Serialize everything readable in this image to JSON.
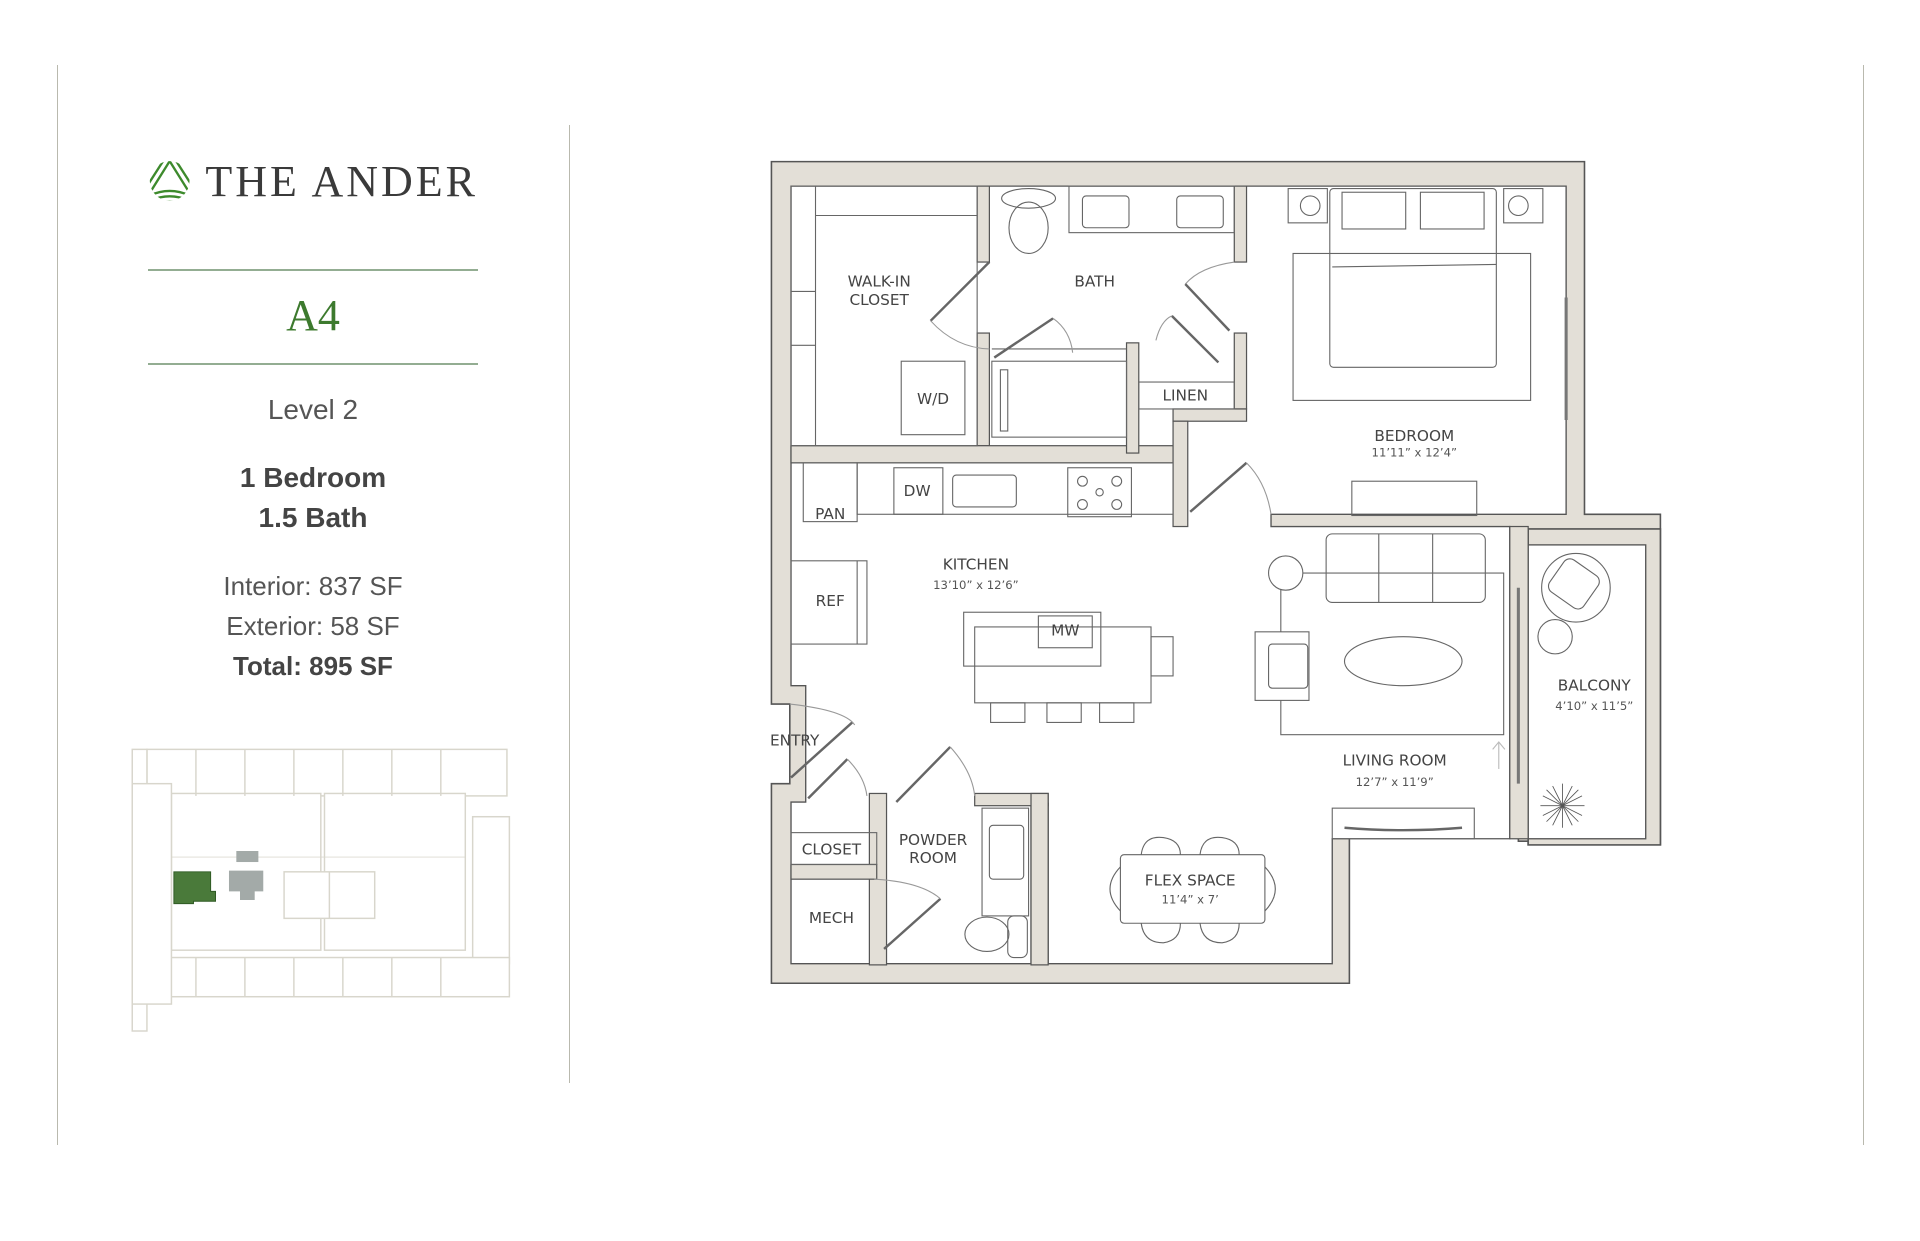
{
  "brand": {
    "name": "THE ANDER",
    "logo_icon": "leaf-globe-logo",
    "accent_color": "#3d7a2e"
  },
  "unit": {
    "code": "A4",
    "level": "Level 2",
    "bedrooms": "1 Bedroom",
    "baths": "1.5 Bath",
    "interior": "Interior: 837 SF",
    "exterior": "Exterior: 58 SF",
    "total": "Total: 895 SF"
  },
  "keyplan": {
    "highlight_color": "#4a7a3a",
    "amenity_color": "#a3aaa8",
    "outline_color": "#d8d6cc"
  },
  "floorplan": {
    "wall_color": "#e3dfd7",
    "rooms": [
      {
        "name": "WALK-IN CLOSET",
        "line1": "WALK-IN",
        "line2": "CLOSET"
      },
      {
        "name": "BATH",
        "line1": "BATH"
      },
      {
        "name": "LINEN",
        "line1": "LINEN"
      },
      {
        "name": "W/D",
        "line1": "W/D"
      },
      {
        "name": "BEDROOM",
        "line1": "BEDROOM",
        "dims": "11’11” x 12’4”"
      },
      {
        "name": "DW",
        "line1": "DW"
      },
      {
        "name": "PAN",
        "line1": "PAN"
      },
      {
        "name": "REF",
        "line1": "REF"
      },
      {
        "name": "KITCHEN",
        "line1": "KITCHEN",
        "dims": "13’10” x 12’6”"
      },
      {
        "name": "MW",
        "line1": "MW"
      },
      {
        "name": "ENTRY",
        "line1": "ENTRY"
      },
      {
        "name": "CLOSET",
        "line1": "CLOSET"
      },
      {
        "name": "POWDER ROOM",
        "line1": "POWDER",
        "line2": "ROOM"
      },
      {
        "name": "MECH",
        "line1": "MECH"
      },
      {
        "name": "FLEX SPACE",
        "line1": "FLEX  SPACE",
        "dims": "11’4” x 7’"
      },
      {
        "name": "LIVING ROOM",
        "line1": "LIVING ROOM",
        "dims": "12’7” x 11’9”"
      },
      {
        "name": "BALCONY",
        "line1": "BALCONY",
        "dims": "4’10” x 11’5”"
      }
    ]
  }
}
